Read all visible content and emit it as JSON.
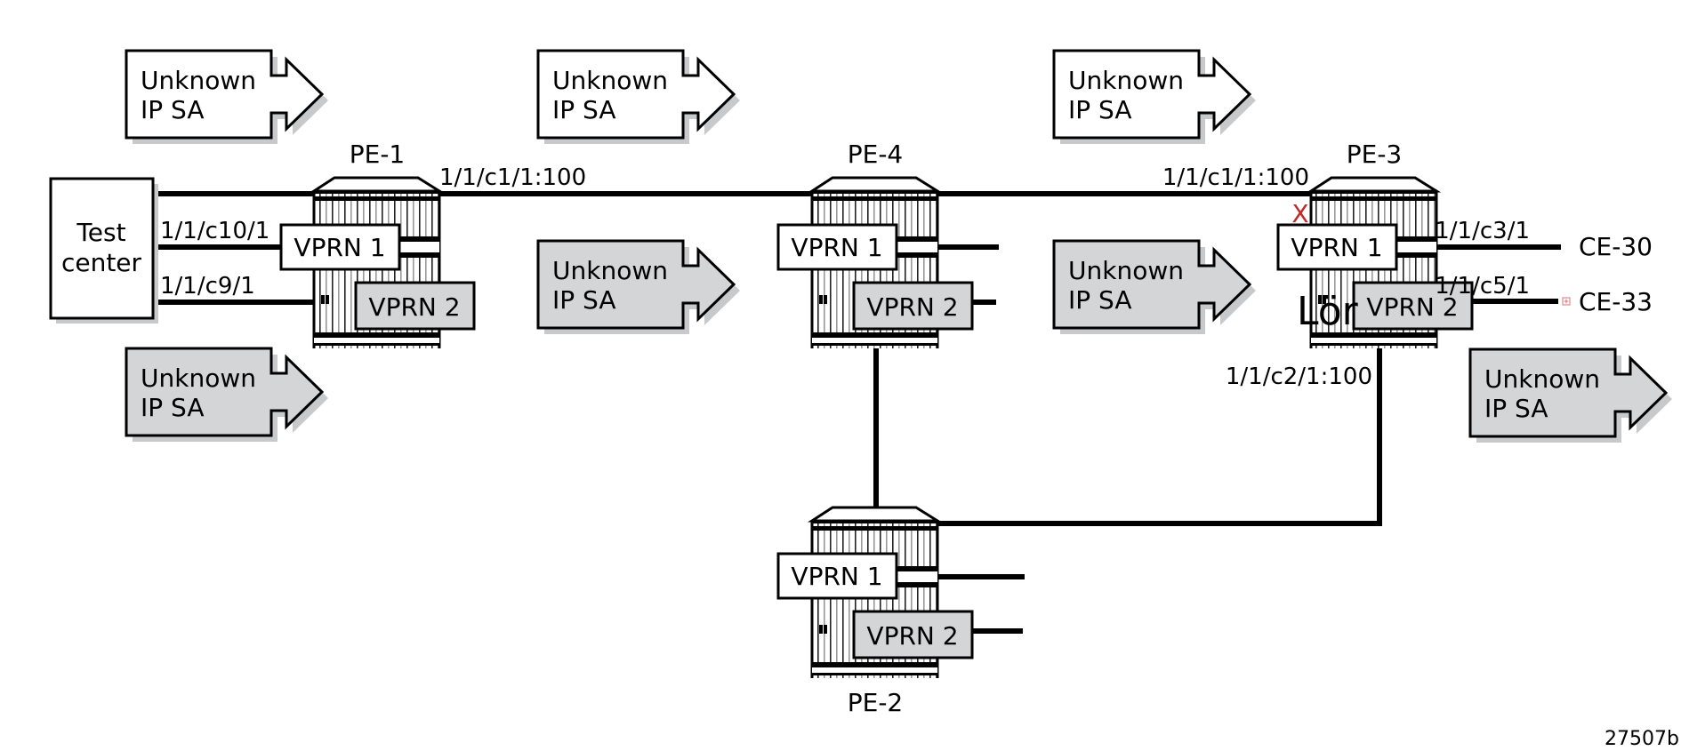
{
  "figure_id": "27507b",
  "colors": {
    "line": "#000000",
    "box_white": "#ffffff",
    "box_gray": "#d4d5d7",
    "shadow": "#c8c9cb",
    "stripe_gray": "#9a9a9a",
    "error_red": "#c0282a",
    "icon_red": "#e07070"
  },
  "test_center": {
    "label_line1": "Test",
    "label_line2": "center"
  },
  "routers": [
    {
      "id": "pe1",
      "name": "PE-1",
      "vprn1": "VPRN 1",
      "vprn2": "VPRN 2"
    },
    {
      "id": "pe4",
      "name": "PE-4",
      "vprn1": "VPRN 1",
      "vprn2": "VPRN 2"
    },
    {
      "id": "pe3",
      "name": "PE-3",
      "vprn1": "VPRN 1",
      "vprn2": "VPRN 2"
    },
    {
      "id": "pe2",
      "name": "PE-2",
      "vprn1": "VPRN 1",
      "vprn2": "VPRN 2"
    }
  ],
  "ports": {
    "tc_pe1_vprn1": "1/1/c10/1",
    "tc_pe1_vprn2": "1/1/c9/1",
    "pe1_uplink": "1/1/c1/1:100",
    "pe3_uplink": "1/1/c1/1:100",
    "pe3_ce30": "1/1/c3/1",
    "pe3_ce33": "1/1/c5/1",
    "pe3_pe2": "1/1/c2/1:100"
  },
  "customer_edges": {
    "ce30": "CE-30",
    "ce33": "CE-33"
  },
  "callouts": [
    {
      "id": "pe1-top",
      "style": "white",
      "line1": "Unknown",
      "line2": "IP SA"
    },
    {
      "id": "pe1-bottom",
      "style": "gray",
      "line1": "Unknown",
      "line2": "IP SA"
    },
    {
      "id": "pe4-top",
      "style": "white",
      "line1": "Unknown",
      "line2": "IP SA"
    },
    {
      "id": "pe4-bottom",
      "style": "gray",
      "line1": "Unknown",
      "line2": "IP SA"
    },
    {
      "id": "pe3-top",
      "style": "white",
      "line1": "Unknown",
      "line2": "IP SA"
    },
    {
      "id": "pe3-mid",
      "style": "gray",
      "line1": "Unknown",
      "line2": "IP SA"
    },
    {
      "id": "pe3-bottom",
      "style": "gray",
      "line1": "Unknown",
      "line2": "IP SA"
    }
  ],
  "annotations": {
    "link_failure_mark": "X",
    "stray_text": "Lör"
  }
}
